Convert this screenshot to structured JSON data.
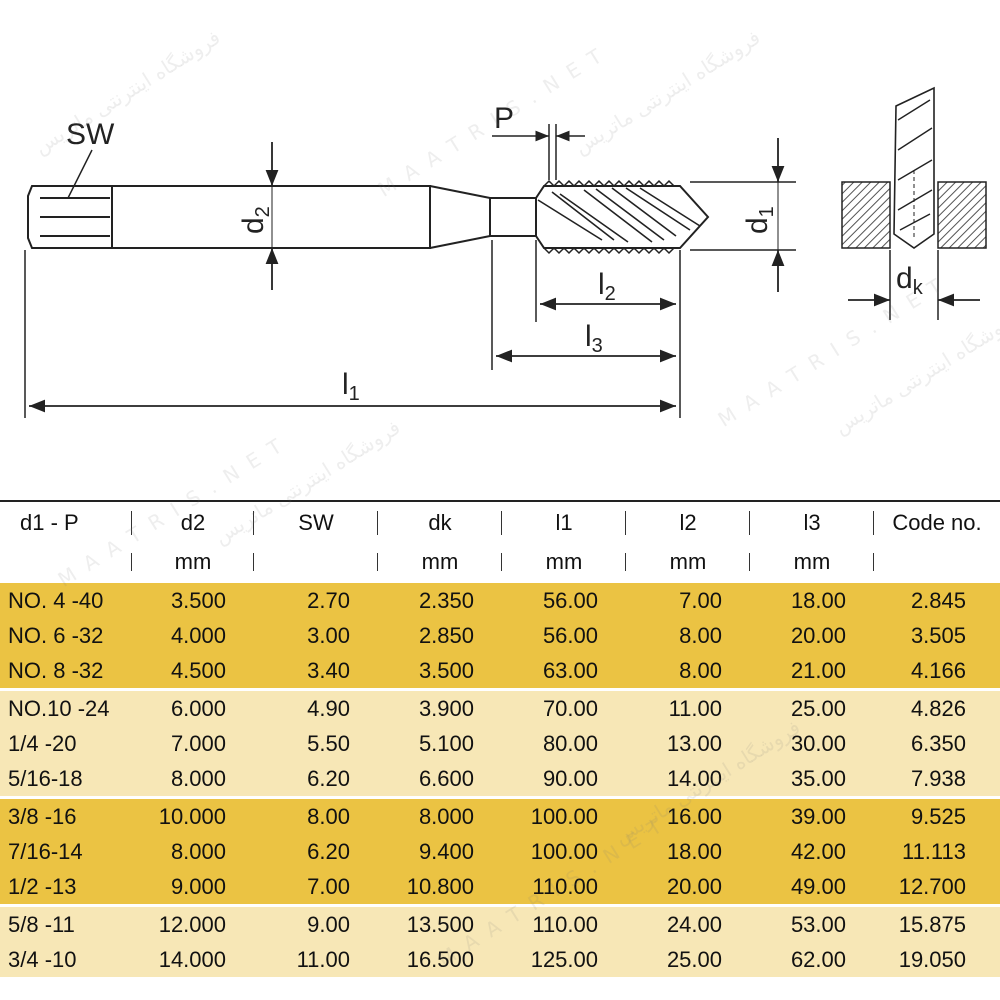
{
  "drawing": {
    "labels": {
      "sw": "SW",
      "p": "P",
      "d2": "d",
      "d2_sub": "2",
      "d1": "d",
      "d1_sub": "1",
      "l2": "l",
      "l2_sub": "2",
      "l3": "l",
      "l3_sub": "3",
      "l1": "l",
      "l1_sub": "1",
      "dk": "d",
      "dk_sub": "k"
    },
    "colors": {
      "line": "#222222",
      "hatch": "#555555"
    }
  },
  "watermark": {
    "persian": "فروشگاه اینترنتی ماتریس",
    "latin": "M A A T R I S . N E T"
  },
  "table": {
    "headers": [
      "d1 - P",
      "d2",
      "SW",
      "dk",
      "l1",
      "l2",
      "l3",
      "Code no."
    ],
    "units": [
      "",
      "mm",
      "",
      "mm",
      "mm",
      "mm",
      "mm",
      ""
    ],
    "colors": {
      "band_a": "#ebc343",
      "band_b": "#f7e7b6"
    },
    "rows": [
      [
        "NO. 4 -40",
        "3.500",
        "2.70",
        "2.350",
        "56.00",
        "7.00",
        "18.00",
        "2.845"
      ],
      [
        "NO. 6 -32",
        "4.000",
        "3.00",
        "2.850",
        "56.00",
        "8.00",
        "20.00",
        "3.505"
      ],
      [
        "NO. 8 -32",
        "4.500",
        "3.40",
        "3.500",
        "63.00",
        "8.00",
        "21.00",
        "4.166"
      ],
      [
        "NO.10 -24",
        "6.000",
        "4.90",
        "3.900",
        "70.00",
        "11.00",
        "25.00",
        "4.826"
      ],
      [
        "1/4 -20",
        "7.000",
        "5.50",
        "5.100",
        "80.00",
        "13.00",
        "30.00",
        "6.350"
      ],
      [
        "5/16-18",
        "8.000",
        "6.20",
        "6.600",
        "90.00",
        "14.00",
        "35.00",
        "7.938"
      ],
      [
        "3/8 -16",
        "10.000",
        "8.00",
        "8.000",
        "100.00",
        "16.00",
        "39.00",
        "9.525"
      ],
      [
        "7/16-14",
        "8.000",
        "6.20",
        "9.400",
        "100.00",
        "18.00",
        "42.00",
        "11.113"
      ],
      [
        "1/2 -13",
        "9.000",
        "7.00",
        "10.800",
        "110.00",
        "20.00",
        "49.00",
        "12.700"
      ],
      [
        "5/8 -11",
        "12.000",
        "9.00",
        "13.500",
        "110.00",
        "24.00",
        "53.00",
        "15.875"
      ],
      [
        "3/4 -10",
        "14.000",
        "11.00",
        "16.500",
        "125.00",
        "25.00",
        "62.00",
        "19.050"
      ]
    ]
  }
}
